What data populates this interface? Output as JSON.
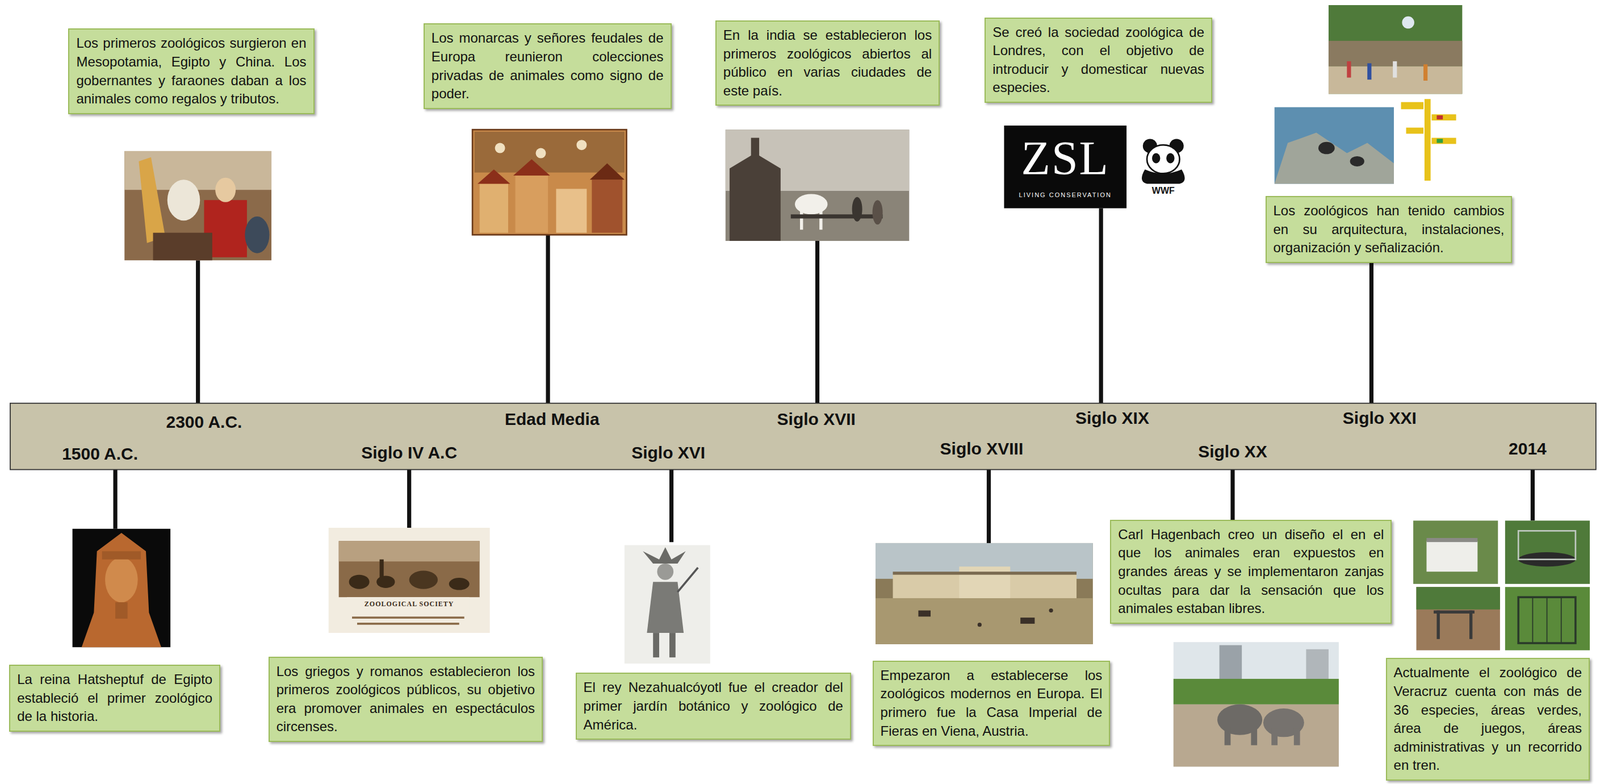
{
  "diagram": {
    "nodes": [
      {
        "text": [
          "Los primeros zoológicos surgieron en Mesopotamia, Egipto y China. Los gobernantes y faraones daban a los animales como regalos y tributos."
        ]
      },
      {
        "text": [
          "Los monarcas y señores feudales de Europa reunieron colecciones privadas de animales como signo de poder."
        ]
      },
      {
        "text": [
          "En la india se establecieron los primeros zoológicos abiertos al público en varias ciudades de este país."
        ]
      },
      {
        "text": [
          "Se creó la sociedad zoológica de Londres, con el objetivo de introducir y domesticar nuevas especies."
        ]
      },
      {
        "text": [
          "Los zoológicos han tenido cambios en su arquitectura, instalaciones, organización y señalización."
        ]
      },
      {
        "text": [
          "La reina Hatsheptuf de Egipto estableció el primer zoológico de la historia."
        ]
      },
      {
        "text": [
          "Los griegos y romanos establecieron los primeros zoológicos públicos, su objetivo era promover animales en espectáculos circenses."
        ]
      },
      {
        "text": [
          "El rey Nezahualcóyotl fue el creador del primer jardín botánico y zoológico de América."
        ]
      },
      {
        "text": [
          "Empezaron a establecerse los zoológicos modernos en Europa. El primero fue la Casa Imperial de Fieras en Viena, Austria."
        ]
      },
      {
        "text": [
          "Carl Hagenbach creo un diseño el en el que los animales eran expuestos en grandes áreas y se implementaron zanjas ocultas para dar la sensación que los animales estaban libres."
        ]
      },
      {
        "text": [
          "Actualmente el zoológico de Veracruz cuenta con más de 36 especies, áreas verdes, área de juegos, áreas administrativas y un recorrido en tren."
        ]
      }
    ],
    "labels": [
      "2300 A.C.",
      "1500 A.C.",
      "Siglo IV A.C",
      "Edad Media",
      "Siglo XVI",
      "Siglo XVII",
      "Siglo XVIII",
      "Siglo XIX",
      "Siglo XX",
      "Siglo XXI",
      "2014",
      "ZSL",
      "LIVING CONSERVATION",
      "WWF",
      "ZOOLOGICAL SOCIETY"
    ]
  }
}
